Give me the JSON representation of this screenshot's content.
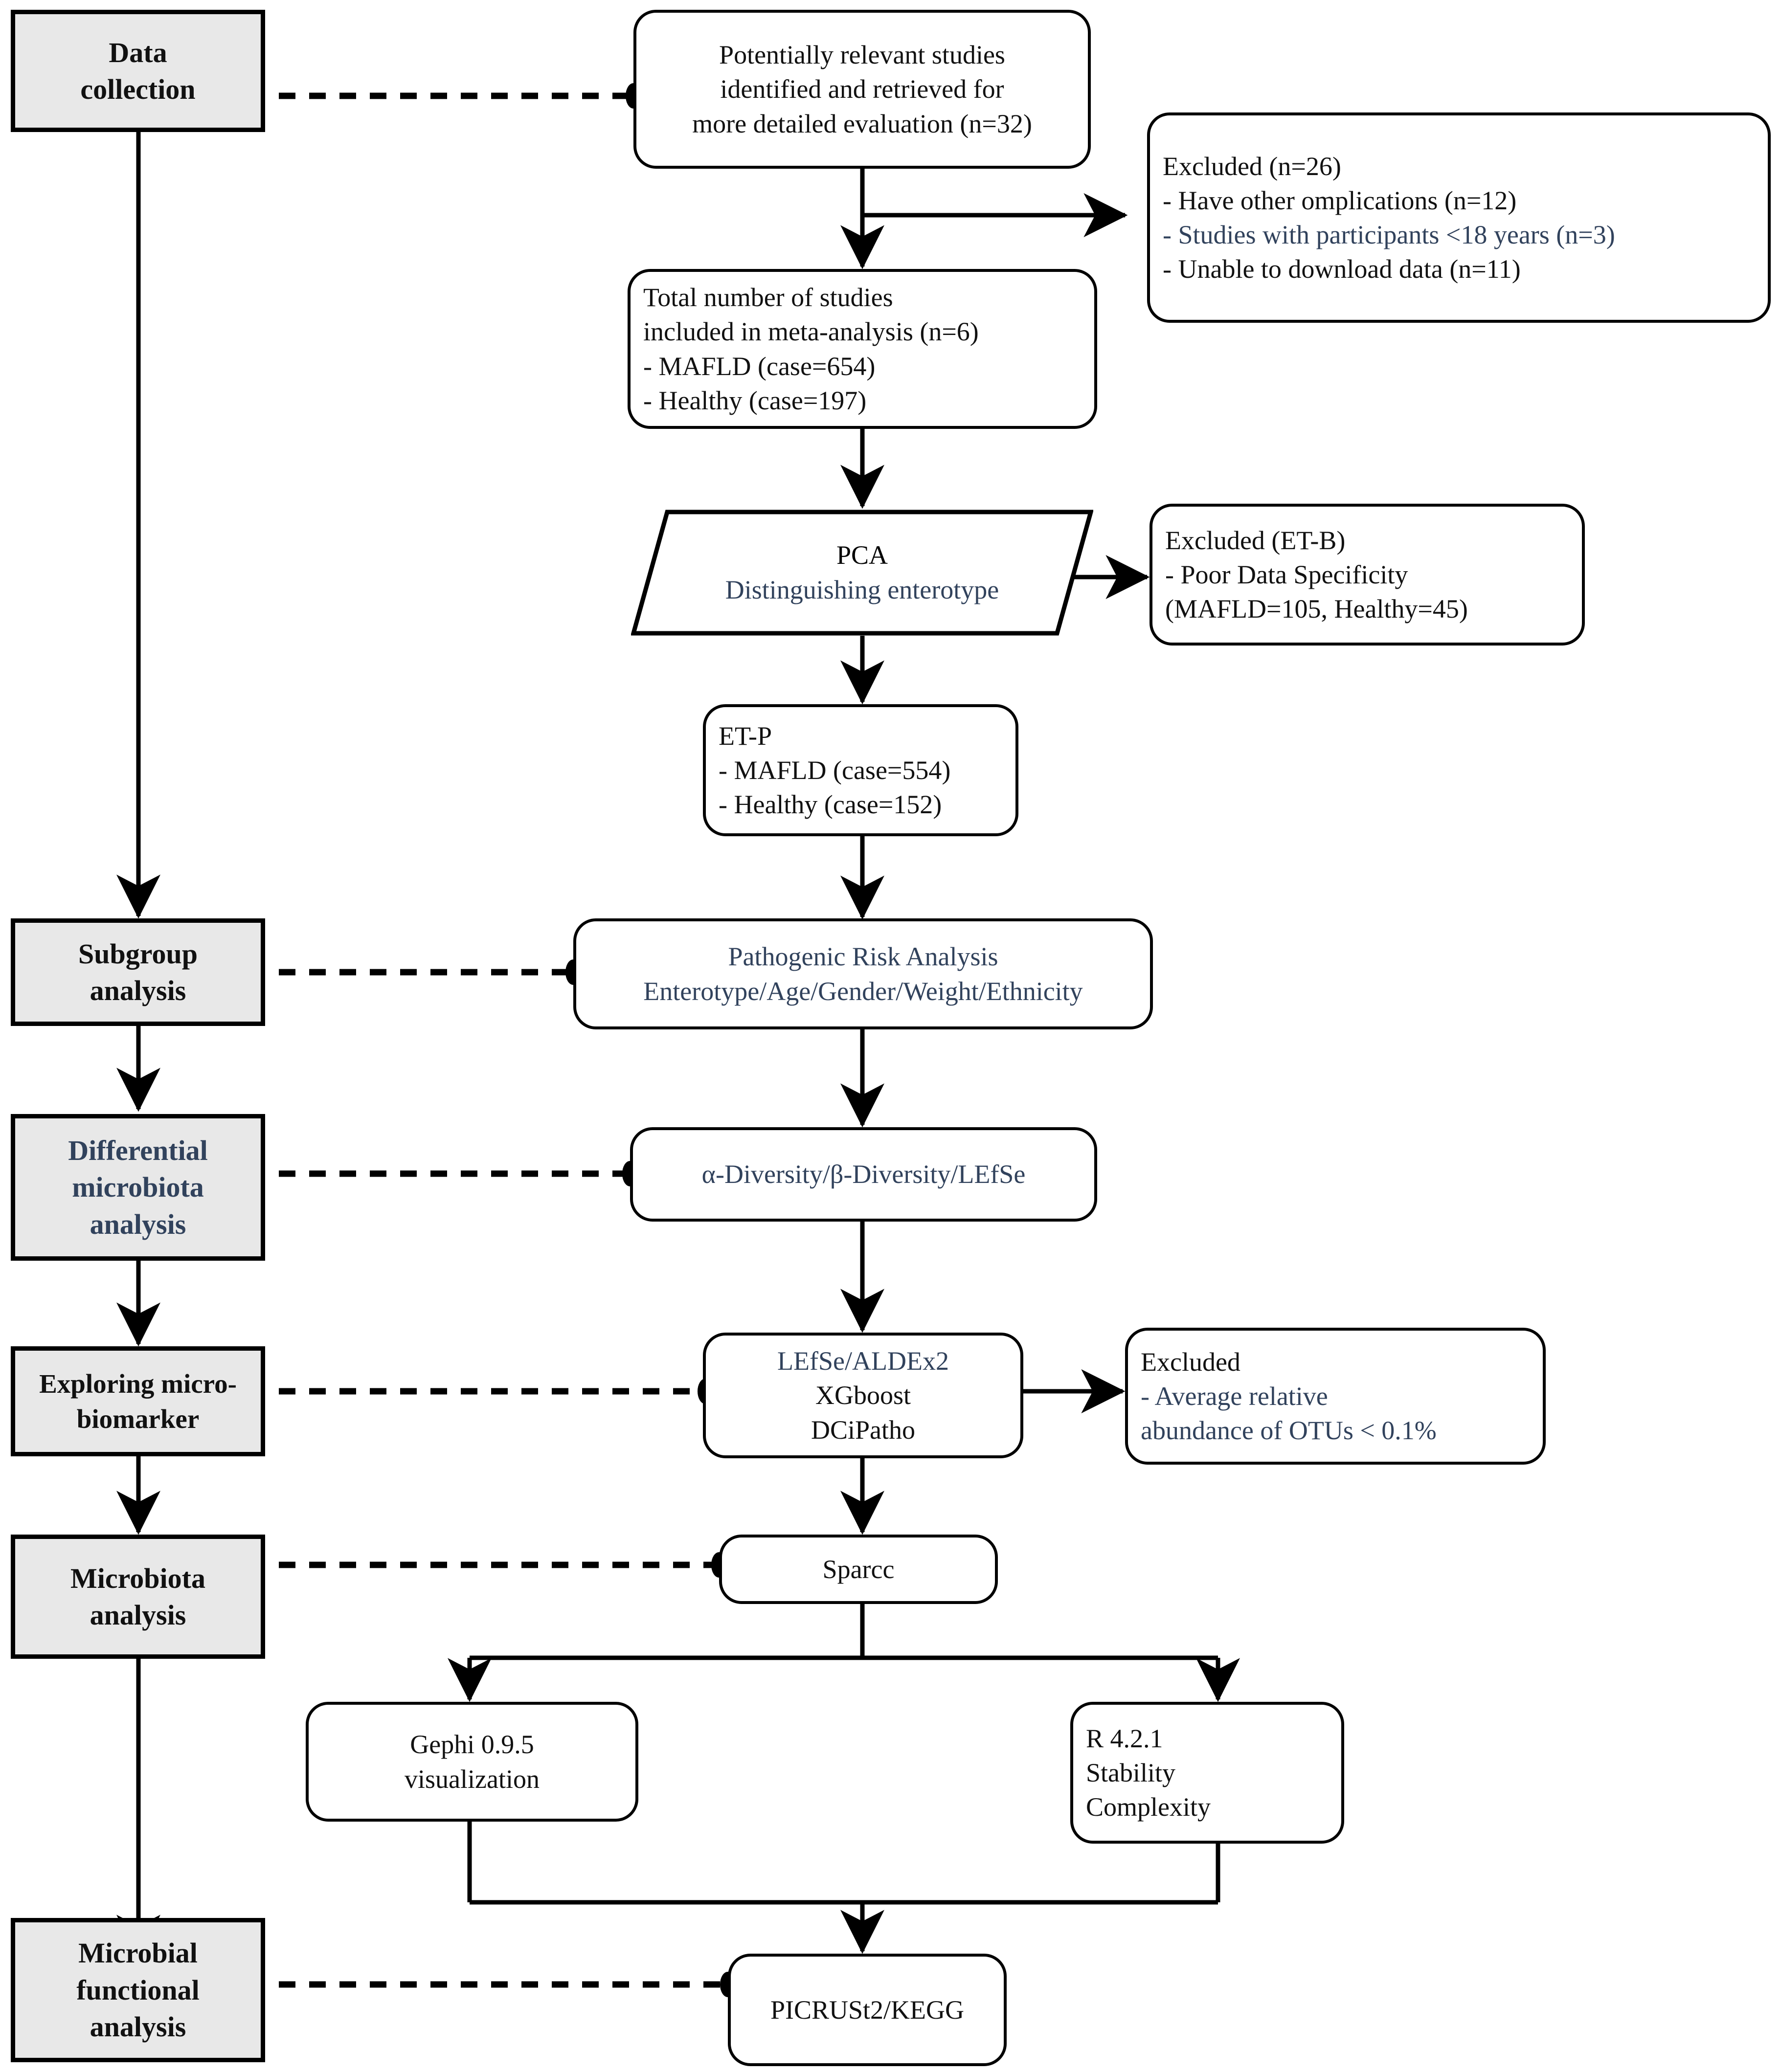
{
  "colors": {
    "accent_blue": "#31425c",
    "text_black": "#101010",
    "stage_fill": "#e8e8e8",
    "stroke": "#000000",
    "background": "#ffffff"
  },
  "stages": [
    {
      "id": "data-collection",
      "lines": [
        "Data",
        "collection"
      ],
      "color": "black"
    },
    {
      "id": "subgroup-analysis",
      "lines": [
        "Subgroup",
        "analysis"
      ],
      "color": "black"
    },
    {
      "id": "differential-microbiota",
      "lines": [
        "Differential",
        "microbiota",
        "analysis"
      ],
      "color": "blue"
    },
    {
      "id": "exploring-micro-biomarker",
      "lines": [
        "Exploring micro-",
        "biomarker"
      ],
      "color": "black"
    },
    {
      "id": "microbiota-analysis",
      "lines": [
        "Microbiota",
        "analysis"
      ],
      "color": "black"
    },
    {
      "id": "microbial-functional",
      "lines": [
        "Microbial",
        "functional",
        "analysis"
      ],
      "color": "black"
    }
  ],
  "nodes": {
    "potentially_relevant": {
      "lines": [
        {
          "text": "Potentially relevant studies",
          "color": "black"
        },
        {
          "text": "identified and retrieved for",
          "color": "black"
        },
        {
          "text": "more detailed evaluation (n=32)",
          "color": "black"
        }
      ]
    },
    "excluded_26": {
      "lines": [
        {
          "text": "Excluded (n=26)",
          "color": "black"
        },
        {
          "text": "- Have other omplications (n=12)",
          "color": "black"
        },
        {
          "text": "- Studies with participants <18 years (n=3)",
          "color": "blue"
        },
        {
          "text": "- Unable to download data (n=11)",
          "color": "black"
        }
      ]
    },
    "total_studies": {
      "lines": [
        {
          "text": "Total number of studies",
          "color": "black"
        },
        {
          "text": "included in meta-analysis (n=6)",
          "color": "black"
        },
        {
          "text": "- MAFLD (case=654)",
          "color": "black"
        },
        {
          "text": "- Healthy (case=197)",
          "color": "black"
        }
      ]
    },
    "pca": {
      "lines": [
        {
          "text": "PCA",
          "color": "black"
        },
        {
          "text": "Distinguishing enterotype",
          "color": "blue"
        }
      ]
    },
    "excluded_etb": {
      "lines": [
        {
          "text": "Excluded (ET-B)",
          "color": "black"
        },
        {
          "text": "- Poor Data Specificity",
          "color": "black"
        },
        {
          "text": "(MAFLD=105, Healthy=45)",
          "color": "black"
        }
      ]
    },
    "etp": {
      "lines": [
        {
          "text": "ET-P",
          "color": "black"
        },
        {
          "text": "- MAFLD (case=554)",
          "color": "black"
        },
        {
          "text": "- Healthy (case=152)",
          "color": "black"
        }
      ]
    },
    "pathogenic_risk": {
      "lines": [
        {
          "text": "Pathogenic Risk Analysis",
          "color": "blue"
        },
        {
          "text": "Enterotype/Age/Gender/Weight/Ethnicity",
          "color": "blue"
        }
      ]
    },
    "diversity": {
      "lines": [
        {
          "text": "α-Diversity/β-Diversity/LEfSe",
          "color": "blue"
        }
      ]
    },
    "lefse_aldex2": {
      "lines": [
        {
          "text": "LEfSe/ALDEx2",
          "color": "blue"
        },
        {
          "text": "XGboost",
          "color": "black"
        },
        {
          "text": "DCiPatho",
          "color": "black"
        }
      ]
    },
    "excluded_otu": {
      "lines": [
        {
          "text": "Excluded",
          "color": "black"
        },
        {
          "text": "- Average relative",
          "color": "blue"
        },
        {
          "text": "abundance of OTUs < 0.1%",
          "color": "blue"
        }
      ]
    },
    "sparcc": {
      "lines": [
        {
          "text": "Sparcc",
          "color": "black"
        }
      ]
    },
    "gephi": {
      "lines": [
        {
          "text": "Gephi 0.9.5",
          "color": "black"
        },
        {
          "text": "visualization",
          "color": "black"
        }
      ]
    },
    "r_version": {
      "lines": [
        {
          "text": "R 4.2.1",
          "color": "black"
        },
        {
          "text": "Stability",
          "color": "black"
        },
        {
          "text": "Complexity",
          "color": "black"
        }
      ]
    },
    "picrust": {
      "lines": [
        {
          "text": "PICRUSt2/KEGG",
          "color": "black"
        }
      ]
    }
  }
}
